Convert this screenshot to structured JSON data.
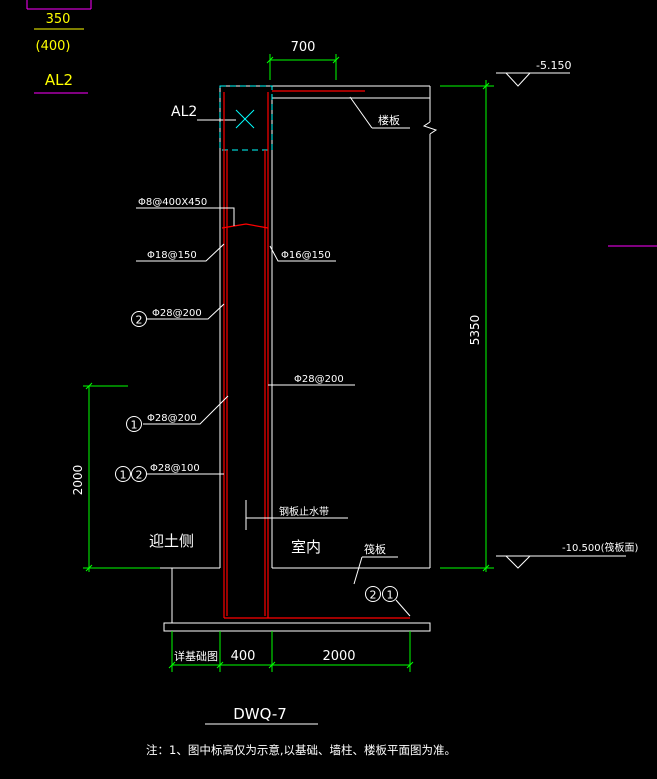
{
  "section_label": {
    "width": "350",
    "width_alt": "(400)",
    "code": "AL2"
  },
  "beam_tag": "AL2",
  "dimensions": {
    "top_width": "700",
    "height_total": "5350",
    "height_left": "2000",
    "base_left": "详基础图",
    "base_wall": "400",
    "base_right": "2000"
  },
  "levels": {
    "top": "-5.150",
    "bottom": "-10.500(筏板面)"
  },
  "labels": {
    "top_slab": "楼板",
    "raft": "筏板",
    "soil_side": "迎土侧",
    "indoor": "室内",
    "waterstop": "钢板止水带"
  },
  "rebar": {
    "stirrup": "Φ8@400X450",
    "left_horizontal": "Φ18@150",
    "right_horizontal": "Φ16@150",
    "mark2_left": "Φ28@200",
    "right_vertical": "Φ28@200",
    "mark1_left": "Φ28@200",
    "mark12_left": "Φ28@100"
  },
  "circle_marks": {
    "one": "1",
    "two": "2"
  },
  "title": "DWQ-7",
  "note": "注：1、图中标高仅为示意,以基础、墙柱、楼板平面图为准。",
  "colors": {
    "background": "#000000",
    "outline": "#ffffff",
    "dimension": "#00ff00",
    "rebar": "#ff0000",
    "section": "#00ffff",
    "magenta": "#ff00ff",
    "yellow": "#ffff00"
  }
}
